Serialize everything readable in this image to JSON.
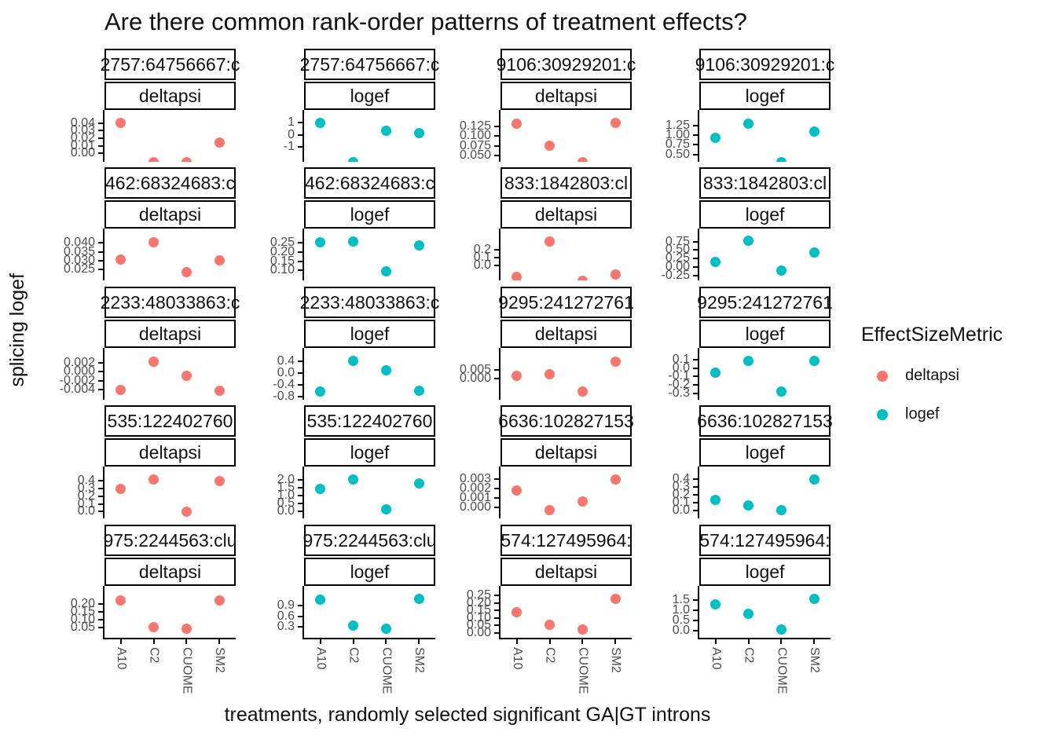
{
  "title": "Are there common rank-order patterns of treatment effects?",
  "x_axis_title": "treatments, randomly selected significant GA|GT introns",
  "y_axis_title": "splicing logef",
  "legend": {
    "title": "EffectSizeMetric",
    "items": [
      {
        "label": "deltapsi",
        "color": "#F8766D"
      },
      {
        "label": "logef",
        "color": "#00BFC4"
      }
    ]
  },
  "chart_data": {
    "type": "scatter",
    "facet_rows": 5,
    "facet_cols": 4,
    "x_categories": [
      "A10",
      "C2",
      "CUOME",
      "SM2"
    ],
    "panels": [
      {
        "intron": "2757:64756667:c",
        "metric": "deltapsi",
        "y_ticks": [
          "0.04",
          "0.03",
          "0.02",
          "0.01",
          "0.00"
        ],
        "ylim": [
          -0.011,
          0.057
        ],
        "values": [
          0.04,
          -0.011,
          -0.011,
          0.014
        ]
      },
      {
        "intron": "2757:64756667:c",
        "metric": "logef",
        "y_ticks": [
          "1",
          "0",
          "-1"
        ],
        "ylim": [
          -2.2,
          2.04
        ],
        "values": [
          1.0,
          -2.2,
          0.35,
          0.15
        ]
      },
      {
        "intron": "9106:30929201:c",
        "metric": "deltapsi",
        "y_ticks": [
          "0.125",
          "0.100",
          "0.075",
          "0.050"
        ],
        "ylim": [
          0.034,
          0.168
        ],
        "values": [
          0.132,
          0.076,
          0.034,
          0.134
        ]
      },
      {
        "intron": "9106:30929201:c",
        "metric": "logef",
        "y_ticks": [
          "1.25",
          "1.00",
          "0.75",
          "0.50"
        ],
        "ylim": [
          0.31,
          1.65
        ],
        "values": [
          0.93,
          1.29,
          0.31,
          1.1
        ]
      },
      {
        "intron": "462:68324683:c",
        "metric": "deltapsi",
        "y_ticks": [
          "0.040",
          "0.035",
          "0.030",
          "0.025"
        ],
        "ylim": [
          0.0188,
          0.0482
        ],
        "values": [
          0.0306,
          0.0403,
          0.0235,
          0.0302
        ]
      },
      {
        "intron": "462:68324683:c",
        "metric": "logef",
        "y_ticks": [
          "0.25",
          "0.20",
          "0.15",
          "0.10"
        ],
        "ylim": [
          0.046,
          0.329
        ],
        "values": [
          0.254,
          0.258,
          0.097,
          0.236
        ]
      },
      {
        "intron": "833:1842803:cl",
        "metric": "deltapsi",
        "y_ticks": [
          "0.2",
          "0.1",
          "0.0"
        ],
        "ylim": [
          -0.2,
          0.48
        ],
        "values": [
          -0.15,
          0.31,
          -0.2,
          -0.12
        ]
      },
      {
        "intron": "833:1842803:cl",
        "metric": "logef",
        "y_ticks": [
          "0.75",
          "0.50",
          "0.25",
          "0.00",
          "-0.25"
        ],
        "ylim": [
          -0.39,
          1.13
        ],
        "values": [
          0.145,
          0.78,
          -0.11,
          0.42
        ]
      },
      {
        "intron": "2233:48033863:c",
        "metric": "deltapsi",
        "y_ticks": [
          "0.002",
          "0.000",
          "-0.002",
          "-0.004"
        ],
        "ylim": [
          -0.0062,
          0.0052
        ],
        "values": [
          -0.0041,
          0.0021,
          -0.001,
          -0.0042
        ]
      },
      {
        "intron": "2233:48033863:c",
        "metric": "logef",
        "y_ticks": [
          "0.4",
          "0.0",
          "-0.4",
          "-0.8"
        ],
        "ylim": [
          -0.92,
          0.84
        ],
        "values": [
          -0.64,
          0.4,
          0.08,
          -0.61
        ]
      },
      {
        "intron": "9295:241272761",
        "metric": "deltapsi",
        "y_ticks": [
          "0.005",
          "0.000"
        ],
        "ylim": [
          -0.0128,
          0.0184
        ],
        "values": [
          0.0018,
          0.0028,
          -0.0078,
          0.01
        ]
      },
      {
        "intron": "9295:241272761",
        "metric": "logef",
        "y_ticks": [
          "0.1",
          "0.0",
          "-0.1",
          "-0.2",
          "-0.3"
        ],
        "ylim": [
          -0.38,
          0.244
        ],
        "values": [
          -0.05,
          0.09,
          -0.28,
          0.09
        ]
      },
      {
        "intron": "535:122402760",
        "metric": "deltapsi",
        "y_ticks": [
          "0.4",
          "0.3",
          "0.2",
          "0.1",
          "0.0"
        ],
        "ylim": [
          -0.088,
          0.59
        ],
        "values": [
          0.3,
          0.42,
          -0.002,
          0.4
        ]
      },
      {
        "intron": "535:122402760",
        "metric": "logef",
        "y_ticks": [
          "2.0",
          "1.5",
          "1.0",
          "0.5",
          "0.0"
        ],
        "ylim": [
          -0.42,
          2.81
        ],
        "values": [
          1.43,
          2.0,
          0.16,
          1.77
        ]
      },
      {
        "intron": "6636:102827153",
        "metric": "deltapsi",
        "y_ticks": [
          "0.003",
          "0.002",
          "0.001",
          "0.000"
        ],
        "ylim": [
          -0.0012,
          0.0043
        ],
        "values": [
          0.0018,
          -0.0003,
          0.0006,
          0.0029
        ]
      },
      {
        "intron": "6636:102827153",
        "metric": "logef",
        "y_ticks": [
          "0.4",
          "0.3",
          "0.2",
          "0.1",
          "0.0"
        ],
        "ylim": [
          -0.105,
          0.555
        ],
        "values": [
          0.13,
          0.06,
          0.0,
          0.39
        ]
      },
      {
        "intron": "975:2244563:clu",
        "metric": "deltapsi",
        "y_ticks": [
          "0.20",
          "0.15",
          "0.10",
          "0.05"
        ],
        "ylim": [
          -0.012,
          0.314
        ],
        "values": [
          0.223,
          0.056,
          0.047,
          0.223
        ]
      },
      {
        "intron": "975:2244563:clu",
        "metric": "logef",
        "y_ticks": [
          "0.9",
          "0.6",
          "0.3"
        ],
        "ylim": [
          -0.005,
          1.455
        ],
        "values": [
          1.07,
          0.33,
          0.26,
          1.09
        ]
      },
      {
        "intron": "574:127495964:",
        "metric": "deltapsi",
        "y_ticks": [
          "0.25",
          "0.20",
          "0.15",
          "0.10",
          "0.05",
          "0.00"
        ],
        "ylim": [
          -0.031,
          0.312
        ],
        "values": [
          0.14,
          0.055,
          0.025,
          0.226
        ]
      },
      {
        "intron": "574:127495964:",
        "metric": "logef",
        "y_ticks": [
          "1.5",
          "1.0",
          "0.5",
          "0.0"
        ],
        "ylim": [
          -0.33,
          2.21
        ],
        "values": [
          1.32,
          0.86,
          0.08,
          1.57
        ]
      }
    ]
  }
}
